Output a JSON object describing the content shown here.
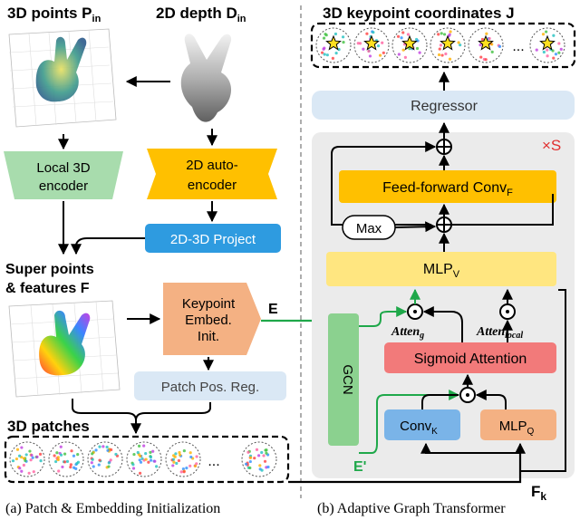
{
  "left": {
    "points_label_main": "3D points P",
    "points_label_sub": "in",
    "depth_label_main": "2D depth D",
    "depth_label_sub": "in",
    "local_encoder": [
      "Local 3D",
      "encoder"
    ],
    "auto_encoder": [
      "2D auto-",
      "encoder"
    ],
    "project": "2D-3D Project",
    "super_points": [
      "Super points",
      "& features F"
    ],
    "keypoint_init": [
      "Keypoint",
      "Embed.",
      "Init."
    ],
    "e_label": "E",
    "patch_pos": "Patch Pos. Reg.",
    "patches_label": "3D patches",
    "ellipsis": "...",
    "caption": "(a) Patch & Embedding Initialization"
  },
  "right": {
    "title": "3D keypoint coordinates J",
    "ellipsis": "...",
    "regressor": "Regressor",
    "repeat": "×S",
    "ffn_main": "Feed-forward Conv",
    "ffn_sub": "F",
    "max": "Max",
    "mlpv_main": "MLP",
    "mlpv_sub": "V",
    "atten_g_main": "Atten",
    "atten_g_sub": "g",
    "atten_local_main": "Atten",
    "atten_local_sub": "local",
    "sigmoid": "Sigmoid Attention",
    "gcn": "GCN",
    "convk_main": "Conv",
    "convk_sub": "K",
    "mlpq_main": "MLP",
    "mlpq_sub": "Q",
    "e_prime": "E'",
    "fk_main": "F",
    "fk_sub": "k",
    "caption": "(b) Adaptive Graph Transformer"
  },
  "colors": {
    "green_box": "#a8dcad",
    "orange_box": "#ffc000",
    "peach_box": "#f4b183",
    "blue_box": "#2e9be0",
    "light_blue_box": "#dae8f5",
    "yellow_box": "#ffe680",
    "red_box": "#f27a7a",
    "gcn_green": "#8bd18f",
    "arrow_green": "#1fa84a",
    "gray_panel": "#ebebeb",
    "red_text": "#e03030"
  }
}
